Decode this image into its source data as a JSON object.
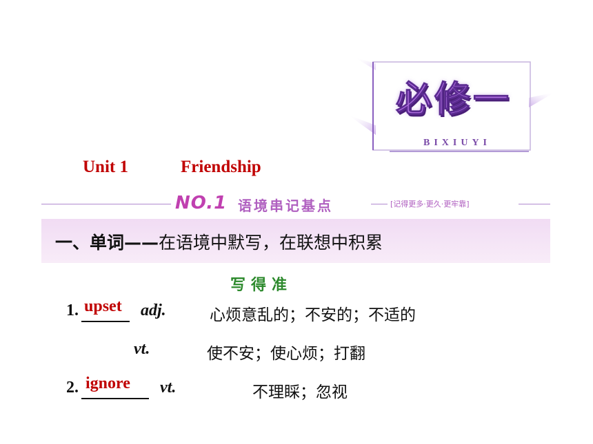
{
  "emblem": {
    "title": "必修一",
    "subtitle": "BIXIUYI"
  },
  "unit": {
    "number": "Unit 1",
    "name": "Friendship"
  },
  "band": {
    "no_label": "NO.1",
    "title": "语境串记基点",
    "tag": "[记得更多·更久·更牢靠]",
    "heading_strong": "一、单词——",
    "heading_rest": "在语境中默写，在联想中积累"
  },
  "vocab": {
    "sub_heading": "写得准",
    "items": [
      {
        "number": "1.",
        "answer": "upset",
        "senses": [
          {
            "pos": "adj.",
            "meaning": "心烦意乱的；不安的；不适的"
          },
          {
            "pos": "vt.",
            "meaning": "使不安；使心烦；打翻"
          }
        ]
      },
      {
        "number": "2.",
        "answer": "ignore",
        "senses": [
          {
            "pos": "vt.",
            "meaning": "不理睬；忽视"
          }
        ]
      }
    ]
  },
  "colors": {
    "unit_red": "#c00000",
    "answer_red": "#c00000",
    "band_purple": "#b060c0",
    "band_bg": "#f1dcf4",
    "sub_heading_green": "#2d8a2d"
  }
}
